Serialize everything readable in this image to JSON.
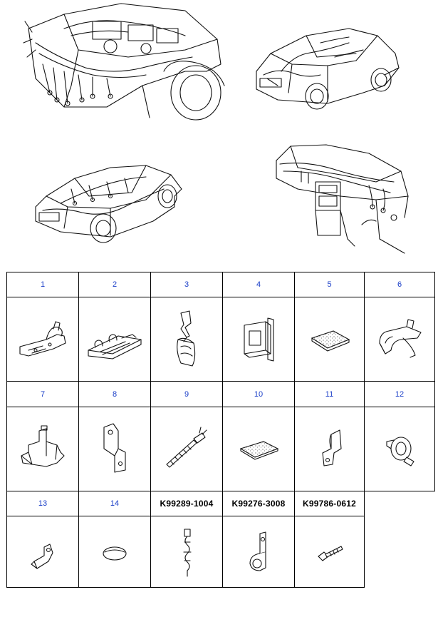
{
  "illustrations": [
    {
      "name": "engine-bay-harness-view"
    },
    {
      "name": "rear-hatch-harness-view"
    },
    {
      "name": "cabin-floor-harness-view"
    },
    {
      "name": "dashboard-harness-view"
    }
  ],
  "parts": [
    {
      "label": "1",
      "icon": "harness-clip-icon"
    },
    {
      "label": "2",
      "icon": "harness-clamp-plate-icon"
    },
    {
      "label": "3",
      "icon": "bent-bracket-clip-icon"
    },
    {
      "label": "4",
      "icon": "connector-holder-icon"
    },
    {
      "label": "5",
      "icon": "foam-pad-icon"
    },
    {
      "label": "6",
      "icon": "band-clip-icon"
    },
    {
      "label": "7",
      "icon": "multi-clip-bracket-icon"
    },
    {
      "label": "8",
      "icon": "mounting-bracket-icon"
    },
    {
      "label": "9",
      "icon": "cable-tie-icon"
    },
    {
      "label": "10",
      "icon": "foam-pad-small-icon"
    },
    {
      "label": "11",
      "icon": "l-bracket-icon"
    },
    {
      "label": "12",
      "icon": "ring-clip-icon"
    },
    {
      "label": "13",
      "icon": "small-bracket-icon"
    },
    {
      "label": "14",
      "icon": "grommet-plug-icon"
    },
    {
      "label": "K99289-1004",
      "icon": "wavy-tie-clip-icon"
    },
    {
      "label": "K99276-3008",
      "icon": "pipe-clamp-icon"
    },
    {
      "label": "K99786-0612",
      "icon": "bolt-icon"
    }
  ]
}
